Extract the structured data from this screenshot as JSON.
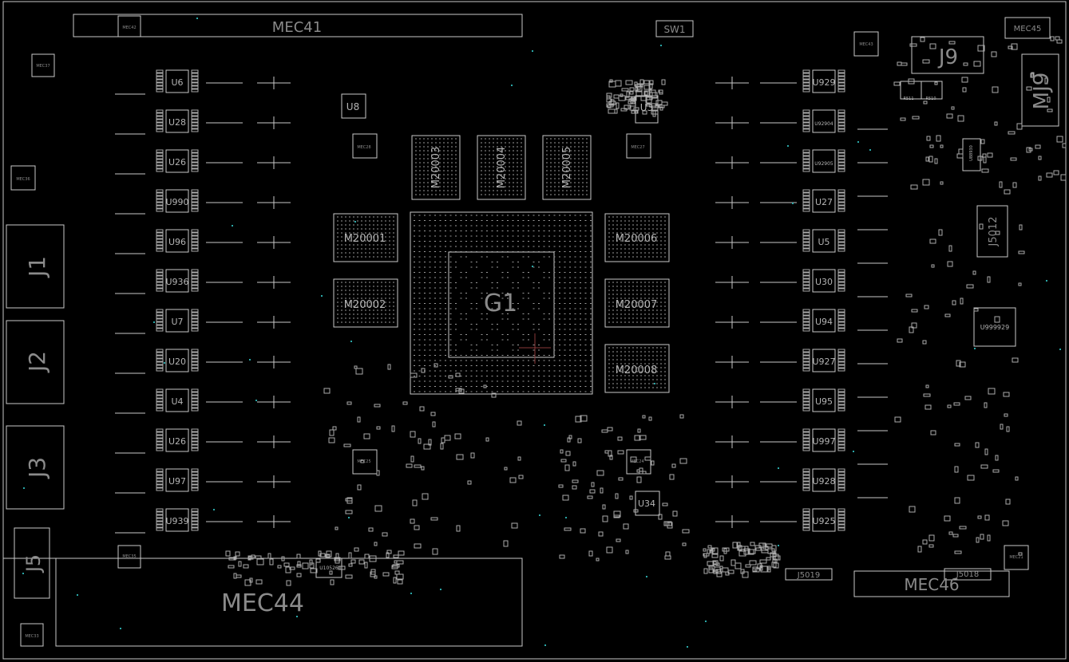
{
  "app": {
    "title": "PCB board view"
  },
  "colors": {
    "background": "#000000",
    "outline": "#c8c8c8",
    "label": "#8a8a8a",
    "chip_label": "#b4b4b4",
    "dot": "#2aa7a7"
  },
  "labels": {
    "mec41": "MEC41",
    "mec42": "MEC42",
    "mec37": "MEC37",
    "mec36": "MEC36",
    "mec35": "MEC35",
    "mec33": "MEC33",
    "mec44": "MEC44",
    "mec45": "MEC45",
    "mec43": "MEC43",
    "mec46": "MEC46",
    "mec28": "MEC28",
    "mec27": "MEC27",
    "mec25": "MEC25",
    "mec24": "MEC24",
    "mec21": "MEC21",
    "sw1": "SW1",
    "j1": "J1",
    "j2": "J2",
    "j3": "J3",
    "j5": "J5",
    "j9": "J9",
    "mj9": "MJ9",
    "j5012": "J5012",
    "j5019": "J5019",
    "j5018": "J5018",
    "g1": "G1",
    "m20001": "M20001",
    "m20002": "M20002",
    "m20003": "M20003",
    "m20004": "M20004",
    "m20005": "M20005",
    "m20006": "M20006",
    "m20007": "M20007",
    "m20008": "M20008",
    "u8": "U8",
    "u3": "U3",
    "u34": "U34",
    "u10526": "U10526",
    "u999929": "U999929",
    "u88930": "U88930",
    "r511": "R511",
    "r510": "R510"
  },
  "left_phase_chips": [
    "U6",
    "U28",
    "U26",
    "U990",
    "U96",
    "U936",
    "U7",
    "U20",
    "U4",
    "U26",
    "U97",
    "U939"
  ],
  "right_phase_chips": [
    "U929",
    "U92904",
    "U92905",
    "U27",
    "U5",
    "U30",
    "U94",
    "U927",
    "U95",
    "U997",
    "U928",
    "U925"
  ]
}
